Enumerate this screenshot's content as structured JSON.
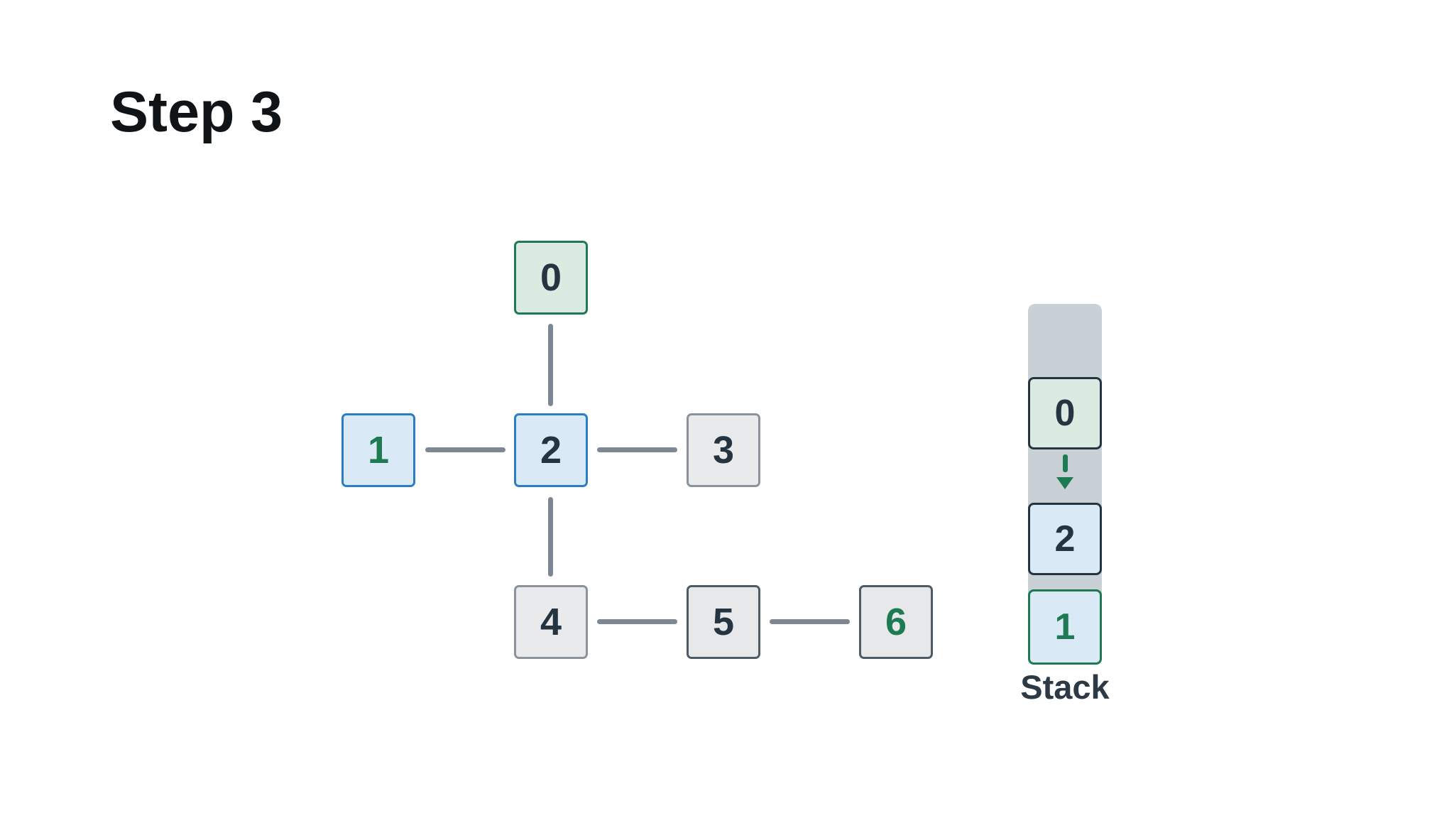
{
  "title": "Step 3",
  "graph": {
    "nodes": [
      {
        "id": "0",
        "label": "0",
        "variant": "green",
        "text_color": "dark"
      },
      {
        "id": "1",
        "label": "1",
        "variant": "blue",
        "text_color": "green"
      },
      {
        "id": "2",
        "label": "2",
        "variant": "blue",
        "text_color": "dark"
      },
      {
        "id": "3",
        "label": "3",
        "variant": "gray",
        "text_color": "dark"
      },
      {
        "id": "4",
        "label": "4",
        "variant": "gray",
        "text_color": "dark"
      },
      {
        "id": "5",
        "label": "5",
        "variant": "gray-dark-border",
        "text_color": "dark"
      },
      {
        "id": "6",
        "label": "6",
        "variant": "gray-dark-border",
        "text_color": "green"
      }
    ],
    "edges": [
      [
        "0",
        "2"
      ],
      [
        "1",
        "2"
      ],
      [
        "2",
        "3"
      ],
      [
        "2",
        "4"
      ],
      [
        "4",
        "5"
      ],
      [
        "5",
        "6"
      ]
    ]
  },
  "stack": {
    "label": "Stack",
    "cells": [
      {
        "label": "",
        "variant": "empty-slot"
      },
      {
        "label": "0",
        "variant": "green",
        "text_color": "dark"
      },
      {
        "label": "2",
        "variant": "blue",
        "text_color": "dark"
      },
      {
        "label": "1",
        "variant": "blue",
        "text_color": "green"
      }
    ],
    "arrow": {
      "from": "0",
      "to": "2",
      "direction": "down"
    }
  },
  "colors": {
    "green_border": "#1e7a53",
    "green_fill": "#dcebe2",
    "blue_border": "#2b7ec6",
    "blue_fill": "#d9eaf6",
    "gray_fill": "#e8eaec",
    "gray_border": "#8a939c",
    "dark_border": "#4e5a64",
    "dark_text": "#243440",
    "green_text": "#1e7a53",
    "edge_gray": "#7d8894",
    "stack_column": "#c9d1d7",
    "title_text": "#111417",
    "stack_label_text": "#2d3a46"
  }
}
